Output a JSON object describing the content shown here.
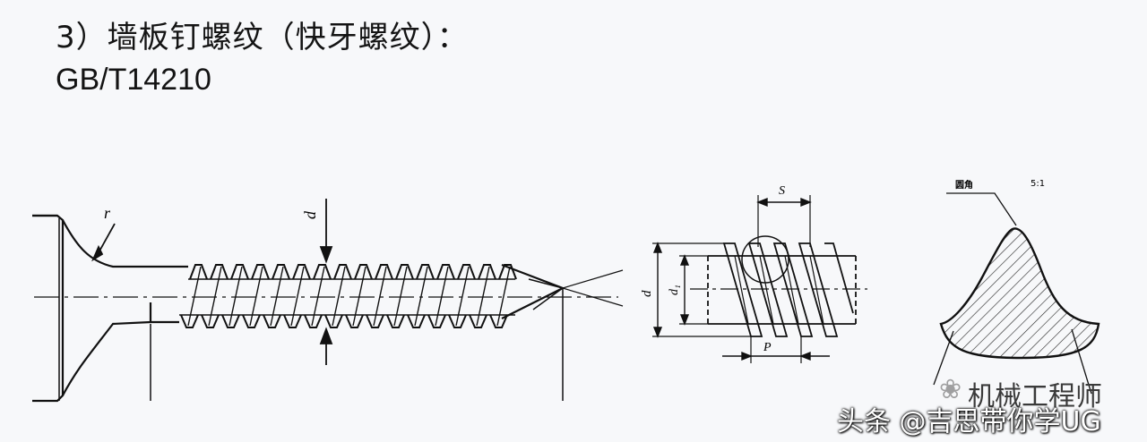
{
  "header": {
    "title_line1": "3）墙板钉螺纹（快牙螺纹）：",
    "title_line2": "GB/T14210"
  },
  "diagram": {
    "labels": {
      "r": "r",
      "d_left": "d",
      "s": "S",
      "d_mid": "d",
      "d1": "d₁",
      "p": "P",
      "round_corner": "圆角",
      "ratio": "5:1"
    }
  },
  "watermark": {
    "logo_glyph": "❀",
    "line1": "机械工程师",
    "line2": "头条 @吉思带你学UG"
  }
}
